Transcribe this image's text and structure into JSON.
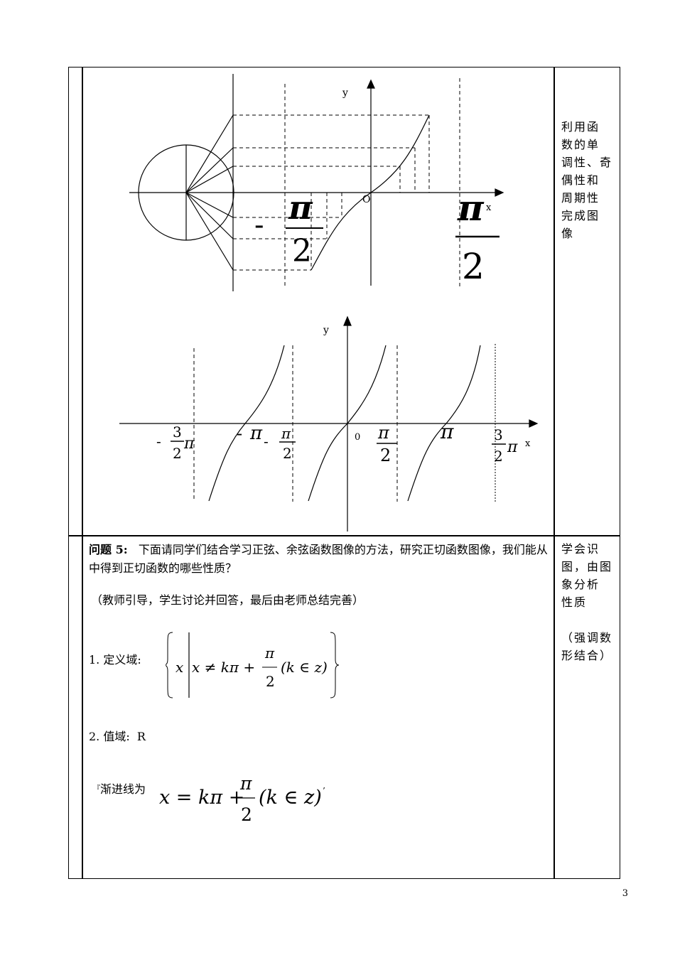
{
  "fig1": {
    "y_label": "y",
    "x_label": "x",
    "origin_label": "O",
    "minus": "-",
    "pi": "π",
    "two": "2"
  },
  "fig2": {
    "y_label": "y",
    "x_label": "x",
    "origin_label": "0",
    "tick_neg_3_2pi": {
      "sign": "-",
      "num": "3",
      "den": "2",
      "sym": "π"
    },
    "tick_neg_pi": {
      "sign": "-",
      "sym": "π"
    },
    "tick_neg_pi_2": {
      "sign": "-",
      "num": "π",
      "den": "2"
    },
    "tick_pi_2": {
      "num": "π",
      "den": "2"
    },
    "tick_pi": {
      "sym": "π"
    },
    "tick_3_2pi": {
      "num": "3",
      "den": "2",
      "sym": "π"
    }
  },
  "side_notes": {
    "row1": [
      "利用函",
      "数的单",
      "调性、奇",
      "偶性和",
      "周期性",
      "完成图",
      "像"
    ],
    "row2": [
      "学会识",
      "图，由图",
      "象分析",
      "性质",
      "",
      "（强调数",
      "形结合）"
    ]
  },
  "question": {
    "label": "问题 5:",
    "text": "下面请同学们结合学习正弦、余弦函数图像的方法，研究正切函数图像，我们能从中得到正切函数的哪些性质？",
    "note": "（教师引导，学生讨论并回答，最后由老师总结完善）"
  },
  "properties": {
    "domain_label": "1. 定义域:",
    "domain_formula": {
      "x": "x",
      "cond": "x ≠ kπ +",
      "frac_num": "π",
      "frac_den": "2",
      "k": "(k ∈ z)"
    },
    "range_label": "2. 值域:",
    "range_value": "R",
    "asym_mark": "『",
    "asym_label": "渐进线为",
    "asym_formula": {
      "lhs": "x = kπ +",
      "frac_num": "π",
      "frac_den": "2",
      "k": "(k ∈ z)",
      "tail": "’"
    }
  },
  "page_number": "3"
}
